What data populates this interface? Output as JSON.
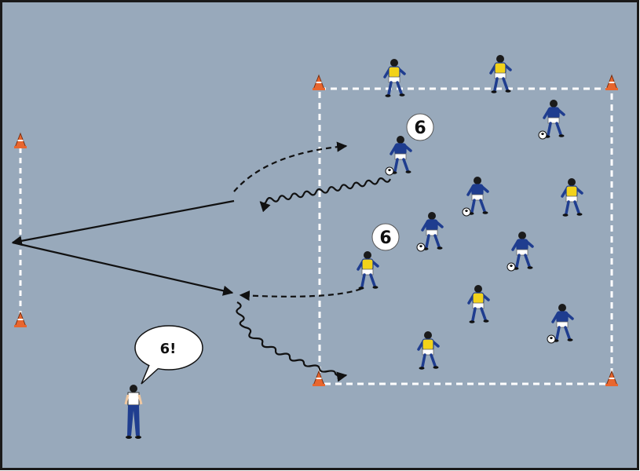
{
  "labels": {
    "number_badge_1": "6",
    "number_badge_2": "6",
    "coach_callout": "6!"
  },
  "colors": {
    "pitch": "#98a9bb",
    "frame": "#1a1a1a",
    "team_blue": "#1f3d8f",
    "team_yellow": "#f2d21a",
    "shorts": "#ffffff",
    "cone": "#e8662e",
    "line": "#ffffff",
    "arrow": "#111111"
  },
  "players": [
    {
      "team": "yellow",
      "ball": false
    },
    {
      "team": "yellow",
      "ball": false
    },
    {
      "team": "blue",
      "ball": true
    },
    {
      "team": "blue",
      "ball": true
    },
    {
      "team": "yellow",
      "ball": false
    },
    {
      "team": "blue",
      "ball": true
    },
    {
      "team": "blue",
      "ball": true
    },
    {
      "team": "yellow",
      "ball": false
    },
    {
      "team": "blue",
      "ball": true
    },
    {
      "team": "yellow",
      "ball": false
    },
    {
      "team": "blue",
      "ball": true
    },
    {
      "team": "yellow",
      "ball": false
    }
  ]
}
